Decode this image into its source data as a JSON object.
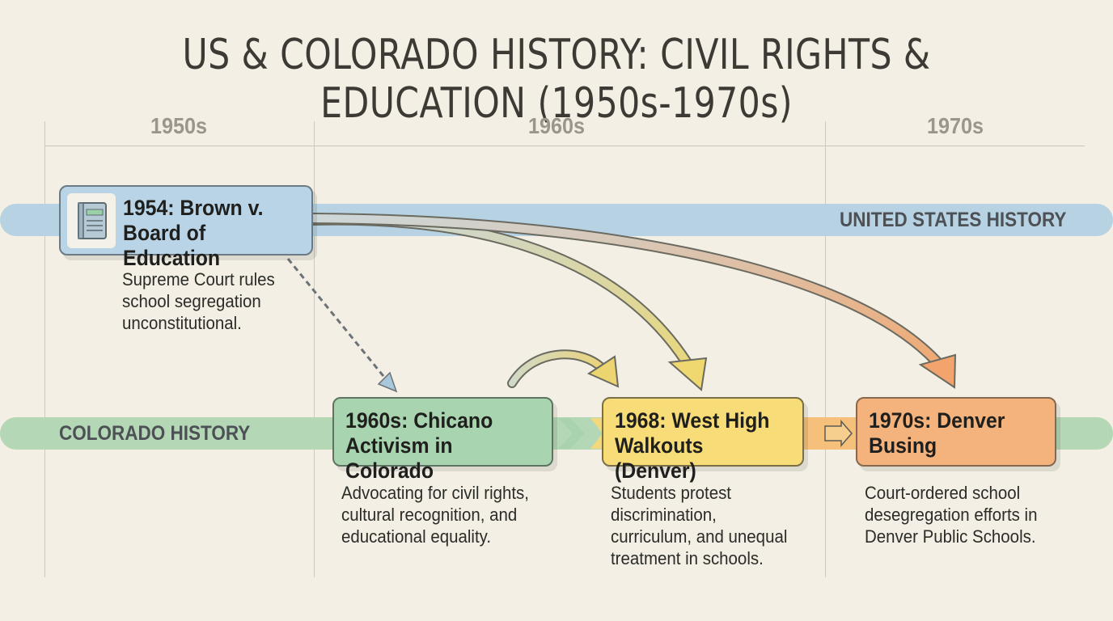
{
  "title": "US & COLORADO HISTORY: CIVIL RIGHTS & EDUCATION (1950s-1970s)",
  "decades": [
    "1950s",
    "1960s",
    "1970s"
  ],
  "bands": {
    "us_label": "UNITED STATES HISTORY",
    "co_label": "COLORADO HISTORY"
  },
  "events": {
    "brown": {
      "title": "1954: Brown v.\nBoard of Education",
      "desc": "Supreme Court rules\nschool segregation\nunconstitutional.",
      "icon": "book-icon"
    },
    "chicano": {
      "title": "1960s: Chicano\nActivism in Colorado",
      "desc": "Advocating for civil rights,\ncultural recognition, and\neducational equality."
    },
    "walkouts": {
      "title": "1968: West High\nWalkouts (Denver)",
      "desc": "Students protest\ndiscrimination,\ncurriculum, and unequal\ntreatment in schools."
    },
    "busing": {
      "title": "1970s: Denver\nBusing",
      "desc": "Court-ordered school\ndesegregation efforts in\nDenver Public Schools."
    }
  },
  "colors": {
    "background": "#f3efe4",
    "us_band": "#b7d3e3",
    "colorado_band": "#b4d7b6",
    "walkouts_card": "#f7dc78",
    "busing_card": "#f4b27c"
  }
}
